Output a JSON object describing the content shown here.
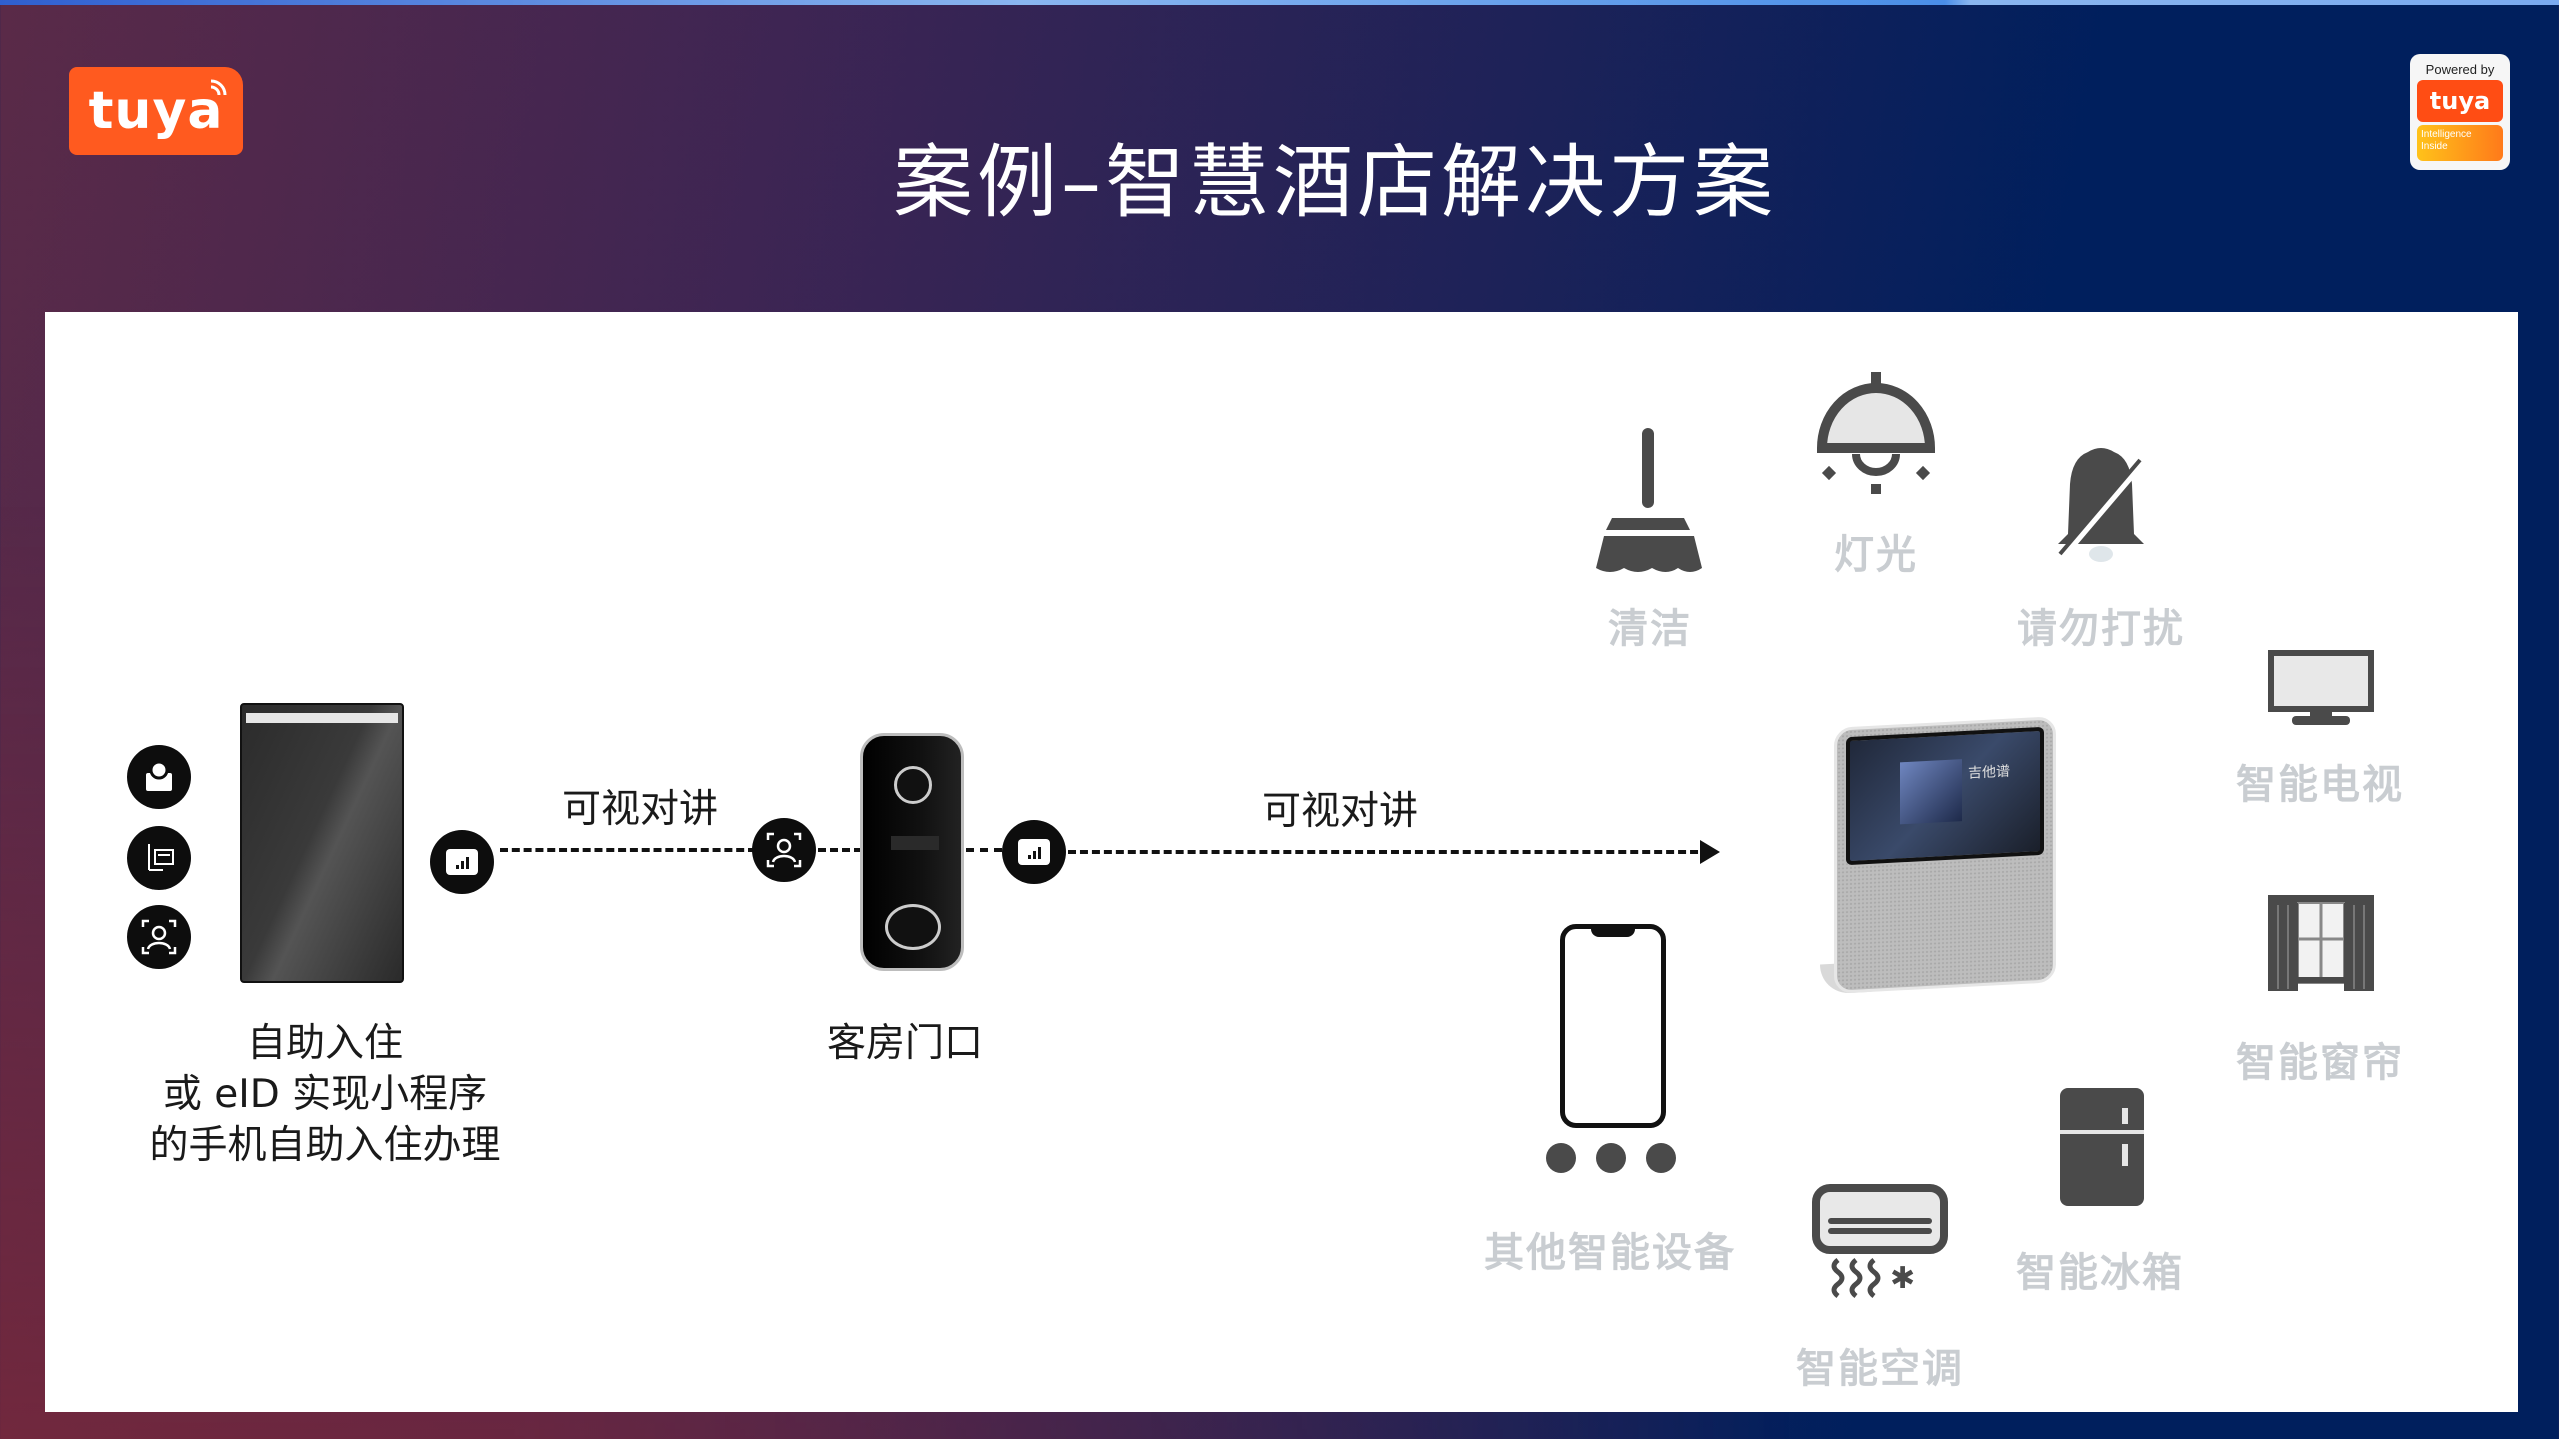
{
  "header": {
    "logo_text": "tuya",
    "title": "案例–智慧酒店解决方案",
    "badge": {
      "powered_by": "Powered by",
      "brand": "tuya",
      "tagline": "Intelligence Inside"
    }
  },
  "colors": {
    "brand_orange": "#ff5a1f",
    "background_navy": "#001f5d",
    "background_maroon": "#8a2c3a",
    "panel": "#ffffff",
    "icon_grey": "#4a4a4a",
    "label_grey": "#c9cdd1"
  },
  "flow": {
    "checkin": {
      "label_lines": [
        "自助入住",
        "或 eID 实现小程序",
        "的手机自助入住办理"
      ],
      "side_icons": [
        "user-card-icon",
        "id-reader-icon",
        "face-scan-icon"
      ],
      "connector_icon": "signal-tablet-icon"
    },
    "link1": {
      "label": "可视对讲"
    },
    "door": {
      "label": "客房门口",
      "left_icon": "face-scan-icon",
      "right_icon": "signal-tablet-icon"
    },
    "link2": {
      "label": "可视对讲"
    }
  },
  "hub": {
    "device": "smart-display",
    "screen_text": "吉他谱"
  },
  "devices": [
    {
      "id": "cleaning",
      "label": "清洁",
      "icon": "broom-icon"
    },
    {
      "id": "lighting",
      "label": "灯光",
      "icon": "ceiling-lamp-icon"
    },
    {
      "id": "dnd",
      "label": "请勿打扰",
      "icon": "bell-off-icon"
    },
    {
      "id": "tv",
      "label": "智能电视",
      "icon": "tv-icon"
    },
    {
      "id": "curtain",
      "label": "智能窗帘",
      "icon": "curtain-icon"
    },
    {
      "id": "fridge",
      "label": "智能冰箱",
      "icon": "fridge-icon"
    },
    {
      "id": "ac",
      "label": "智能空调",
      "icon": "air-conditioner-icon"
    },
    {
      "id": "others",
      "label": "其他智能设备",
      "icon": "phone-more-icon"
    }
  ]
}
